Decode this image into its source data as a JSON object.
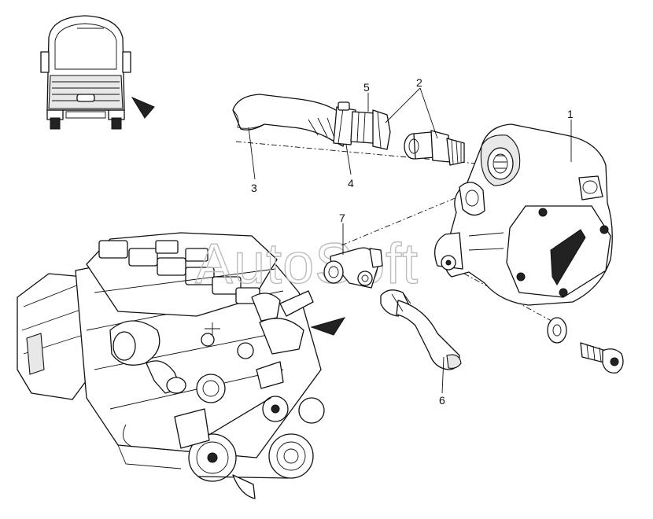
{
  "watermark": "AutoSoft",
  "callouts": [
    {
      "id": "1",
      "label": "1"
    },
    {
      "id": "2",
      "label": "2"
    },
    {
      "id": "3",
      "label": "3"
    },
    {
      "id": "4",
      "label": "4"
    },
    {
      "id": "5",
      "label": "5"
    },
    {
      "id": "6",
      "label": "6"
    },
    {
      "id": "7",
      "label": "7"
    }
  ],
  "icons": {
    "truck_locator": "truck-front-view-icon",
    "engine_locator": "engine-assembly-icon",
    "pointer": "location-arrow-icon"
  },
  "colors": {
    "line": "#111111",
    "background": "#ffffff",
    "watermark": "#bdbdbd"
  }
}
